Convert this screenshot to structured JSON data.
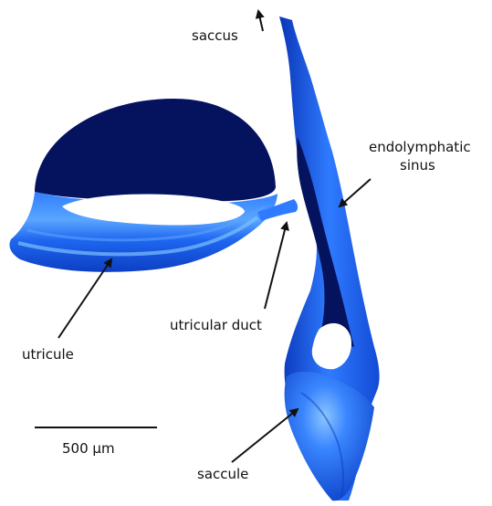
{
  "labels": {
    "saccus": "saccus",
    "endolymphatic_line1": "endolymphatic",
    "endolymphatic_line2": "sinus",
    "utricular_duct": "utricular duct",
    "utricule": "utricule",
    "saccule": "saccule"
  },
  "scale_bar": {
    "label": "500 μm"
  },
  "colors": {
    "interior": "#05135f",
    "surface": "#1a5ff2",
    "highlight": "#6ab2ff",
    "text": "#111111"
  }
}
